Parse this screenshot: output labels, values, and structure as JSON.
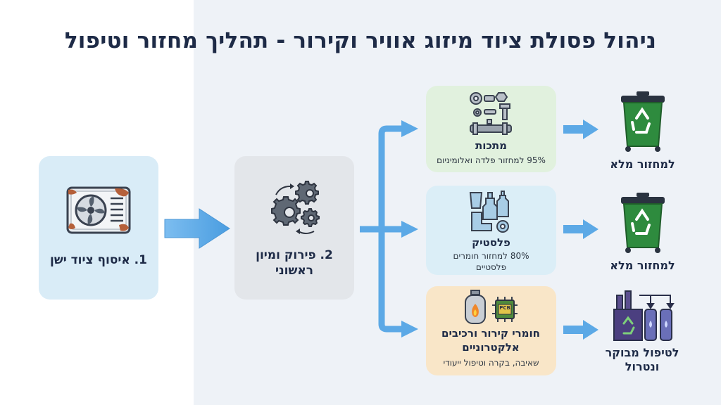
{
  "title": "ניהול פסולת ציוד מיזוג אוויר וקירור - תהליך מחזור וטיפול",
  "steps": {
    "collect": {
      "label": "1. איסוף ציוד ישן"
    },
    "dismantle": {
      "label": "2. פירוק ומיון ראשוני"
    }
  },
  "streams": {
    "metal": {
      "label": "מתכות",
      "detail": "95% למחזור פלדה ואלומיניום"
    },
    "plastic": {
      "label": "פלסטיק",
      "detail": "80% למחזור חומרים פלסטיים"
    },
    "refrigerants": {
      "label": "חומרי קירור ורכיבים אלקטרוניים",
      "detail": "שאיבה, בקרה וטיפול ייעודי",
      "chip_text": "PCB"
    }
  },
  "outcomes": {
    "metal": {
      "label": "למחזור מלא"
    },
    "plastic": {
      "label": "למחזור מלא"
    },
    "refrigerants": {
      "label": "לטיפול מבוקר ונטרול"
    }
  },
  "colors": {
    "arrow": "#5ca9e6",
    "bin": "#2e8b3e",
    "title": "#1e2b47"
  }
}
